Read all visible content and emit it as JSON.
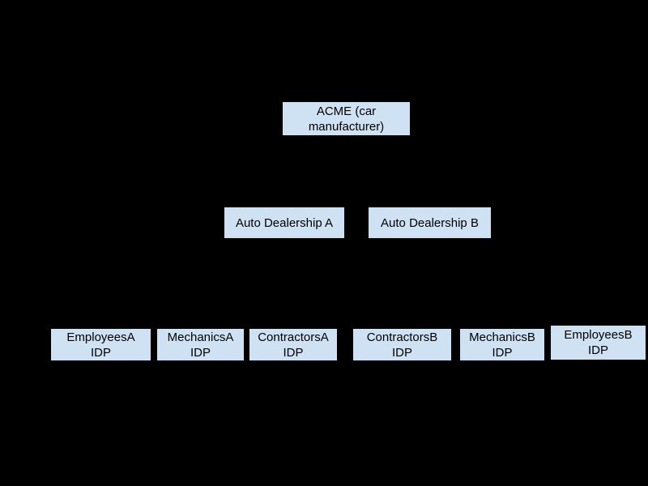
{
  "page": {
    "background_color": "#000000"
  },
  "diagram": {
    "type": "hierarchy",
    "node_fill_color": "#cfe2f3",
    "node_text_color": "#000000",
    "connectors_visible": false,
    "root": {
      "label": "ACME (car\nmanufacturer)"
    },
    "dealerships": [
      {
        "label": "Auto Dealership A"
      },
      {
        "label": "Auto Dealership B"
      }
    ],
    "idps": [
      {
        "label": "EmployeesA\nIDP"
      },
      {
        "label": "MechanicsA\nIDP"
      },
      {
        "label": "ContractorsA\nIDP"
      },
      {
        "label": "ContractorsB\nIDP"
      },
      {
        "label": "MechanicsB\nIDP"
      },
      {
        "label": "EmployeesB\nIDP"
      }
    ]
  }
}
